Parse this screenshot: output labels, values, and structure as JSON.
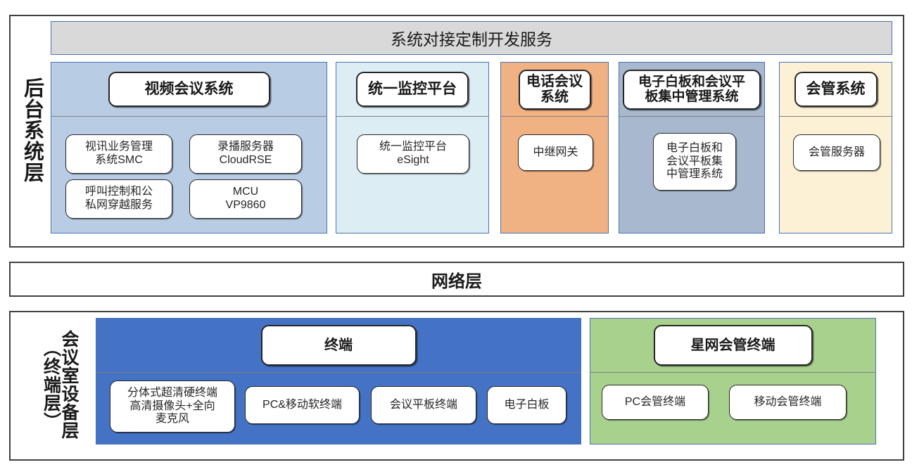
{
  "backend": {
    "side_label": "后台系统层",
    "service_bar": "系统对接定制开发服务",
    "panels": [
      {
        "id": "video-conference",
        "title": "视频会议系统",
        "color": "#b8cce4",
        "items": [
          {
            "text": "视讯业务管理\n系统SMC"
          },
          {
            "text": "录播服务器\nCloudRSE"
          },
          {
            "text": "呼叫控制和公\n私网穿越服务"
          },
          {
            "text": "MCU\nVP9860"
          }
        ]
      },
      {
        "id": "unified-monitoring",
        "title": "统一监控平台",
        "color": "#dceef4",
        "items": [
          {
            "text": "统一监控平台\neSight"
          }
        ]
      },
      {
        "id": "phone-conference",
        "title": "电话会议\n系统",
        "color": "#f0b183",
        "items": [
          {
            "text": "中继网关"
          }
        ]
      },
      {
        "id": "whiteboard-management",
        "title": "电子白板和会议平\n板集中管理系统",
        "color": "#a8b8ce",
        "items": [
          {
            "text": "电子白板和\n会议平板集\n中管理系统"
          }
        ]
      },
      {
        "id": "meeting-management",
        "title": "会管系统",
        "color": "#fdf1d5",
        "items": [
          {
            "text": "会管服务器"
          }
        ]
      }
    ]
  },
  "network": {
    "title": "网络层"
  },
  "room": {
    "side_label_main": "会议室设备层",
    "side_label_sub": "（终端层）",
    "panels": [
      {
        "id": "terminal",
        "title": "终端",
        "color": "#4472c4",
        "items": [
          {
            "text": "分体式超清硬终端\n高清摄像头+全向\n麦克风"
          },
          {
            "text": "PC&移动软终端"
          },
          {
            "text": "会议平板终端"
          },
          {
            "text": "电子白板"
          }
        ]
      },
      {
        "id": "xingwang-terminal",
        "title": "星网会管终端",
        "color": "#a9d18e",
        "items": [
          {
            "text": "PC会管终端"
          },
          {
            "text": "移动会管终端"
          }
        ]
      }
    ]
  }
}
